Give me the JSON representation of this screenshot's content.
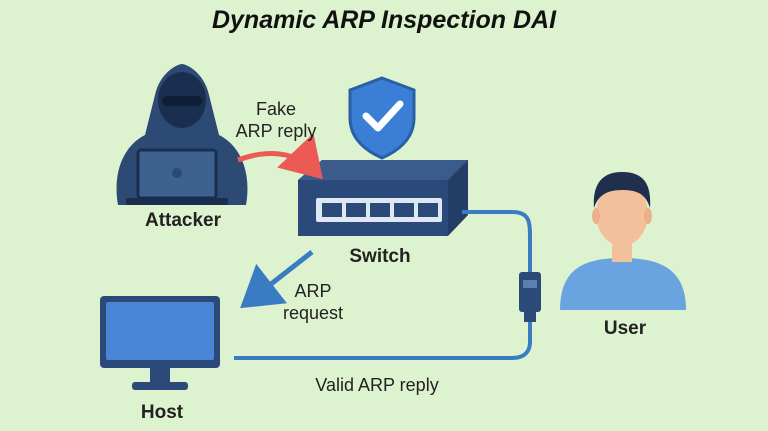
{
  "title": "Dynamic ARP Inspection DAI",
  "nodes": {
    "attacker": "Attacker",
    "switch": "Switch",
    "user": "User",
    "host": "Host"
  },
  "edges": {
    "fake_reply_line1": "Fake",
    "fake_reply_line2": "ARP reply",
    "arp_request_line1": "ARP",
    "arp_request_line2": "request",
    "valid_reply": "Valid ARP reply"
  },
  "colors": {
    "background": "#ddf3cf",
    "attacker_navy": "#2c4a73",
    "switch_navy": "#2b4a7a",
    "shield_blue": "#3a7fd5",
    "fake_arrow_red": "#ec5a55",
    "request_arrow_blue": "#3a7cc4",
    "cable_blue": "#3a7cc4",
    "user_shirt": "#6aa4e0",
    "user_skin": "#f2c19c",
    "user_hair": "#1f2f4d",
    "monitor_screen": "#4a86d8"
  }
}
